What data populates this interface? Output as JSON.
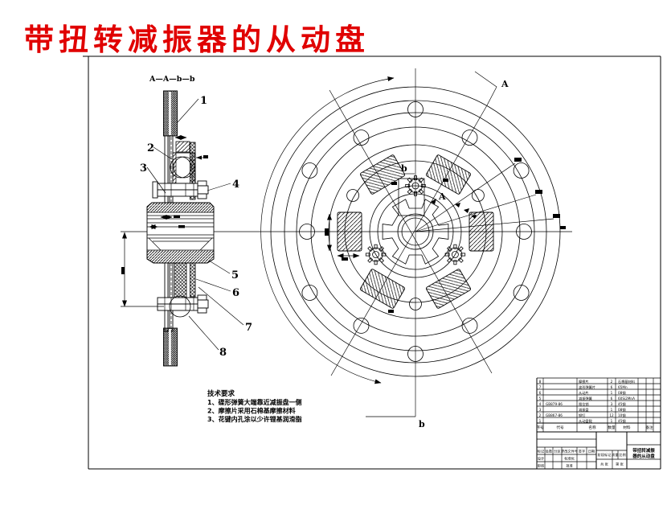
{
  "title": {
    "text": "带扭转减振器的从动盘",
    "color": "#e00000"
  },
  "views": {
    "section_label": "A—A—b—b",
    "part_numbers": [
      "1",
      "2",
      "3",
      "4",
      "5",
      "6",
      "7",
      "8"
    ],
    "marks": {
      "b_top": "b",
      "b_bottom": "b",
      "a_top": "A",
      "a_inner": "A"
    }
  },
  "tech_requirements": {
    "heading": "技术要求",
    "items": [
      "1、碟形弹簧大端靠近减振盘一侧",
      "2、摩擦片采用石棉基摩擦材料",
      "3、花键内孔涂以少许锂基润滑脂"
    ]
  },
  "parts_list": {
    "headers": {
      "seq": "序号",
      "code": "代号",
      "name": "名称",
      "qty": "数量",
      "material": "材料",
      "note": "备注"
    },
    "rows": [
      [
        "8",
        "",
        "摩擦片",
        "2",
        "石棉基材料",
        ""
      ],
      [
        "7",
        "",
        "波形弹簧片",
        "6",
        "65Mn",
        ""
      ],
      [
        "6",
        "",
        "从动片",
        "1",
        "08钢",
        ""
      ],
      [
        "5",
        "",
        "减振弹簧",
        "6",
        "60Si2MnA",
        ""
      ],
      [
        "4",
        "GB879-86",
        "限位销",
        "3",
        "45钢",
        ""
      ],
      [
        "3",
        "",
        "减振盘",
        "1",
        "08钢",
        ""
      ],
      [
        "2",
        "GB867-86",
        "铆钉",
        "12",
        "10钢",
        ""
      ],
      [
        "1",
        "",
        "从动盘毂",
        "1",
        "45钢",
        ""
      ]
    ]
  },
  "title_block": {
    "mark": "标记",
    "qty_chg": "处数",
    "zone": "分区",
    "file_no": "更改文件号",
    "sign": "签字",
    "date": "日期",
    "design": "设计",
    "standardize": "标准化",
    "audit": "审核",
    "approve": "批准",
    "stage": "阶段标记",
    "mass": "质量",
    "scale": "比例",
    "sheets": "共 张",
    "sheet_no": "第 张",
    "product_line1": "带扭转减振",
    "product_line2": "器的从动盘"
  }
}
